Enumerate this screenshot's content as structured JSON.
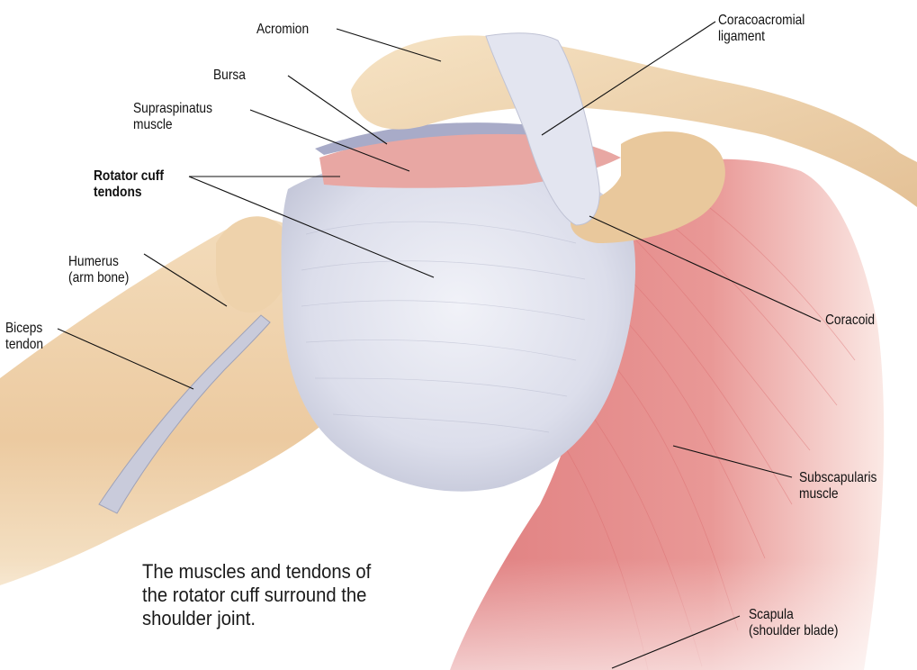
{
  "colors": {
    "bone": "#f1d7b2",
    "bone_shadow": "#d9b184",
    "tendon": "#dfe1ee",
    "tendon_shadow": "#b9bccf",
    "muscle": "#e58f8d",
    "muscle_light": "#f3c4bf",
    "text": "#111111"
  },
  "labels": {
    "acromion": "Acromion",
    "coracoacromial_1": "Coracoacromial",
    "coracoacromial_2": "ligament",
    "bursa": "Bursa",
    "supraspinatus_1": "Supraspinatus",
    "supraspinatus_2": "muscle",
    "rotator_cuff_1": "Rotator cuff",
    "rotator_cuff_2": "tendons",
    "humerus_1": "Humerus",
    "humerus_2": "(arm bone)",
    "biceps_1": "Biceps",
    "biceps_2": "tendon",
    "coracoid": "Coracoid",
    "subscapularis_1": "Subscapularis",
    "subscapularis_2": "muscle",
    "scapula_1": "Scapula",
    "scapula_2": "(shoulder blade)"
  },
  "caption": {
    "line1": "The muscles and tendons of",
    "line2": "the rotator cuff surround the",
    "line3": "shoulder joint."
  }
}
